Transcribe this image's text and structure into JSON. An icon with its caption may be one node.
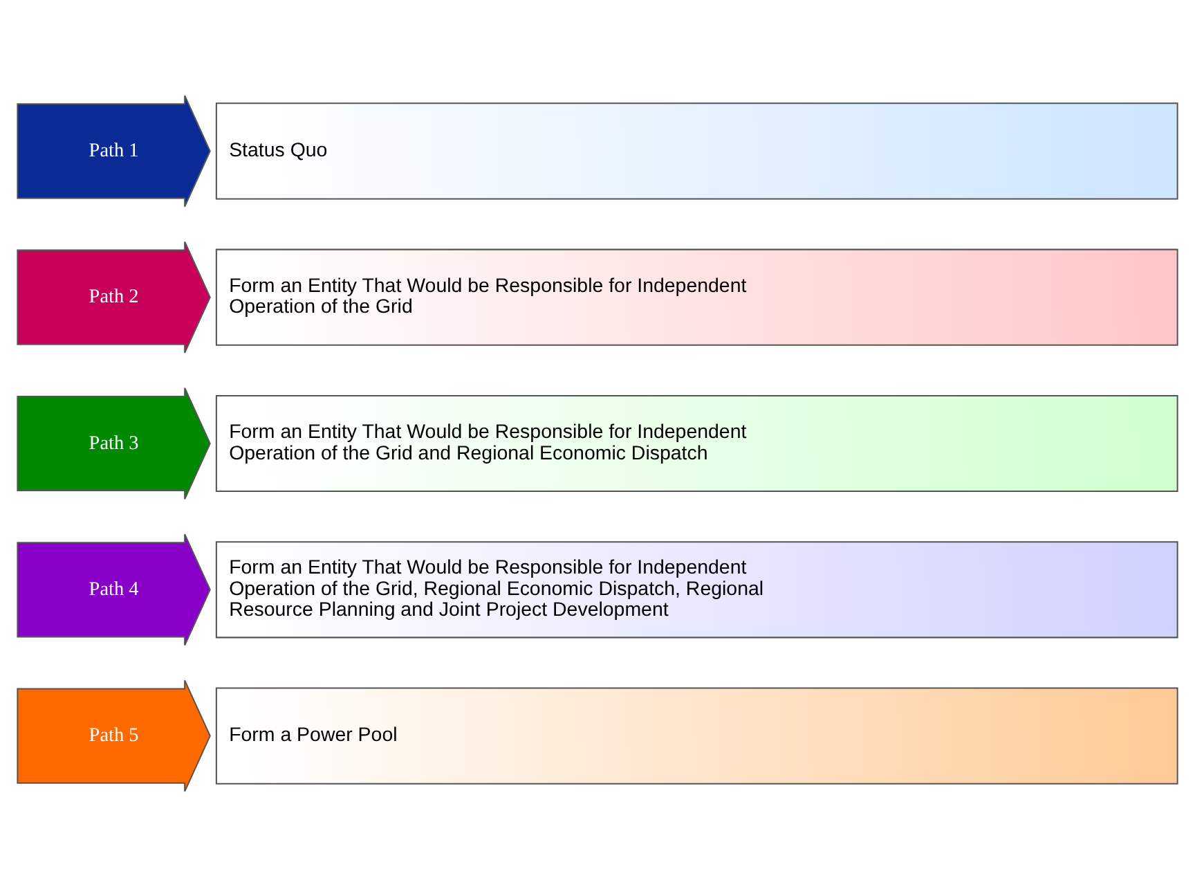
{
  "diagram": {
    "nodes": [
      {
        "text": [
          "Path 1"
        ]
      },
      {
        "text": [
          "Status Quo"
        ]
      },
      {
        "text": [
          "Path 2"
        ]
      },
      {
        "text": [
          "Form an Entity That Would be Responsible for Independent Operation of the Grid"
        ]
      },
      {
        "text": [
          "Path 3"
        ]
      },
      {
        "text": [
          "Form an Entity That Would be Responsible for Independent Operation of the Grid and Regional Economic Dispatch"
        ]
      },
      {
        "text": [
          "Path 4"
        ]
      },
      {
        "text": [
          "Form an Entity That Would be Responsible for Independent Operation of the Grid, Regional Economic Dispatch, Regional Resource Planning and Joint Project Development"
        ]
      },
      {
        "text": [
          "Path 5"
        ]
      },
      {
        "text": [
          "Form a Power Pool"
        ]
      }
    ]
  }
}
